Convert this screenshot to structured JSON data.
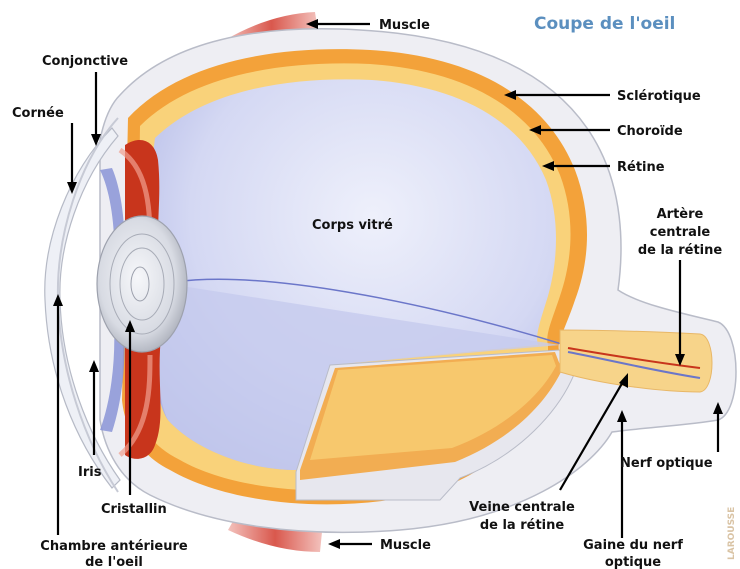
{
  "title": "Coupe de l'oeil",
  "watermark": "LAROUSSE",
  "labels": {
    "muscle_top": "Muscle",
    "conjonctive": "Conjonctive",
    "cornee": "Cornée",
    "sclerotique": "Sclérotique",
    "choroide": "Choroïde",
    "retine": "Rétine",
    "corps_vitre": "Corps vitré",
    "artere": [
      "Artère",
      "centrale",
      "de la rétine"
    ],
    "iris": "Iris",
    "cristallin": "Cristallin",
    "nerf_optique": "Nerf optique",
    "veine": [
      "Veine centrale",
      "de la rétine"
    ],
    "gaine": [
      "Gaine du nerf",
      "optique"
    ],
    "chambre": [
      "Chambre antérieure",
      "de l'oeil"
    ],
    "muscle_bottom": "Muscle"
  },
  "colors": {
    "sclera": "#eeeef3",
    "choroid": "#f3a23a",
    "choroid_dark": "#e57d1e",
    "retina": "#f9d27a",
    "vitreous": "#c9cff0",
    "vitreous_light": "#eef0fb",
    "ciliary_red": "#c8351c",
    "lens": "#e4e6ec",
    "muscle": "#e4908a",
    "title": "#5b8fbf"
  }
}
